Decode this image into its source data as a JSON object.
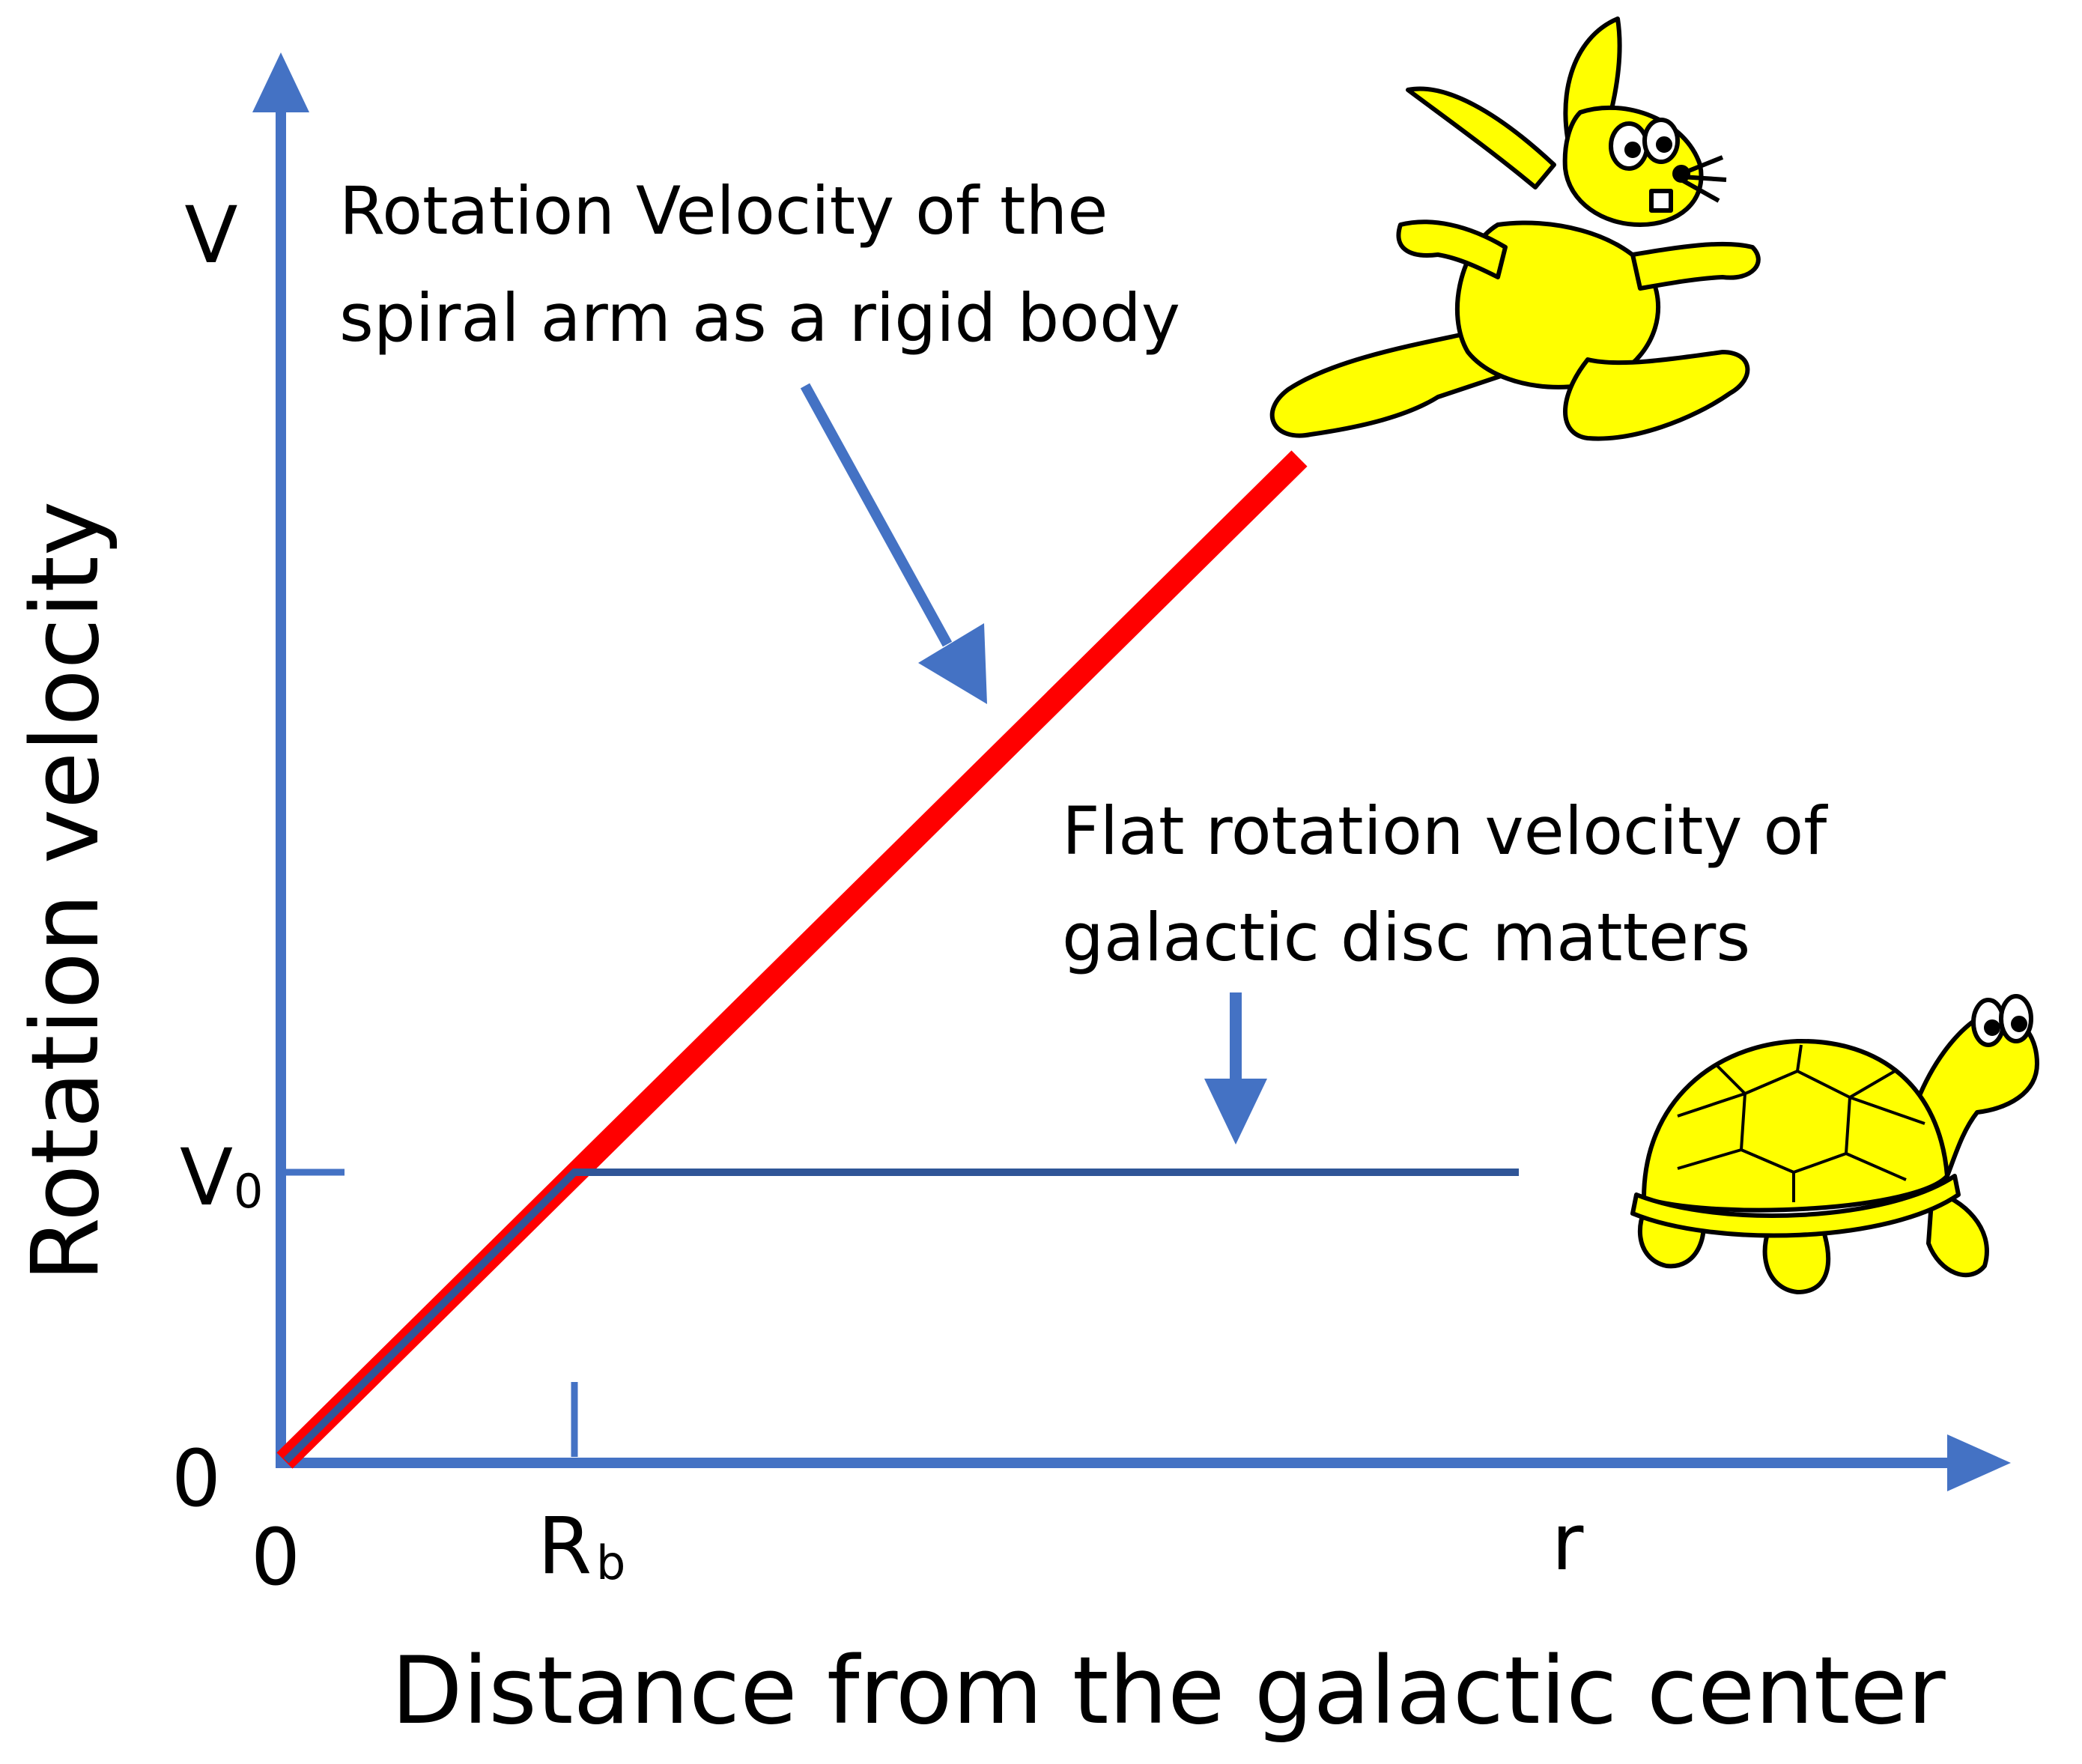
{
  "colors": {
    "axis": "#4472C4",
    "rigid_line": "#FF0000",
    "flat_line": "#2F5597",
    "annotation_arrow": "#4472C4",
    "cartoon_fill": "#FFFF00",
    "cartoon_outline": "#000000"
  },
  "axes": {
    "y_title": "Rotation velocity",
    "x_title": "Distance from the galactic center",
    "y_end_label": "V",
    "x_end_label": "r",
    "y_origin_label": "0",
    "x_origin_label": "0",
    "v0_label": {
      "main": "V",
      "sub": "0"
    },
    "rb_label": {
      "main": "R",
      "sub": "b"
    }
  },
  "annotations": {
    "rigid": {
      "line1": "Rotation Velocity of the",
      "line2": "spiral arm as a rigid body"
    },
    "flat": {
      "line1": "Flat rotation velocity of",
      "line2": "galactic disc matters"
    }
  },
  "icons": {
    "fast": "hare-cartoon-icon",
    "slow": "tortoise-cartoon-icon"
  },
  "curves": {
    "rigid_body": {
      "shape": "linear increase from origin"
    },
    "flat_disc": {
      "shape": "linear rise to V0 at Rb, then constant"
    }
  }
}
